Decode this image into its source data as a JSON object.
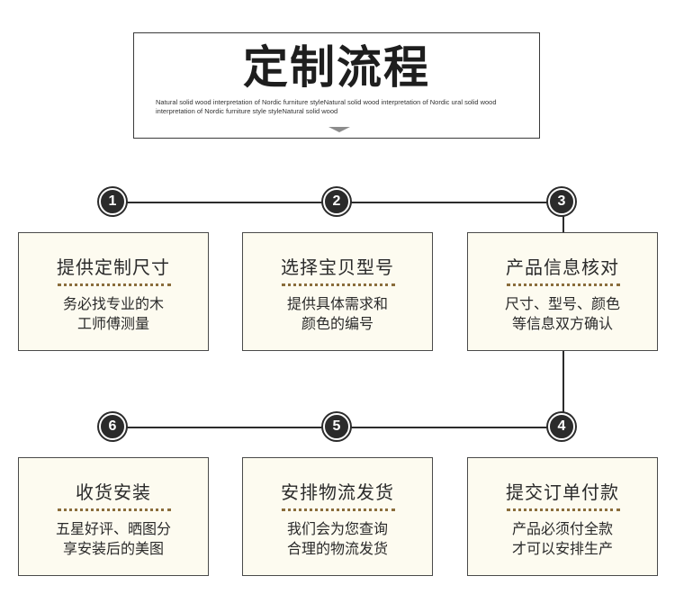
{
  "header": {
    "title": "定制流程",
    "subtitle": "Natural solid wood interpretation of Nordic furniture styleNatural solid wood interpretation of Nordic ural solid wood interpretation of Nordic furniture style styleNatural solid wood"
  },
  "steps": [
    {
      "number": "1",
      "title": "提供定制尺寸",
      "desc": "务必找专业的木\n工师傅测量"
    },
    {
      "number": "2",
      "title": "选择宝贝型号",
      "desc": "提供具体需求和\n颜色的编号"
    },
    {
      "number": "3",
      "title": "产品信息核对",
      "desc": "尺寸、型号、颜色\n等信息双方确认"
    },
    {
      "number": "4",
      "title": "提交订单付款",
      "desc": "产品必须付全款\n才可以安排生产"
    },
    {
      "number": "5",
      "title": "安排物流发货",
      "desc": "我们会为您查询\n合理的物流发货"
    },
    {
      "number": "6",
      "title": "收货安装",
      "desc": "五星好评、晒图分\n享安装后的美图"
    }
  ],
  "colors": {
    "card_background": "#fdfbf0",
    "connector": "#2b2b2b",
    "dots": "#8a6d3b"
  }
}
